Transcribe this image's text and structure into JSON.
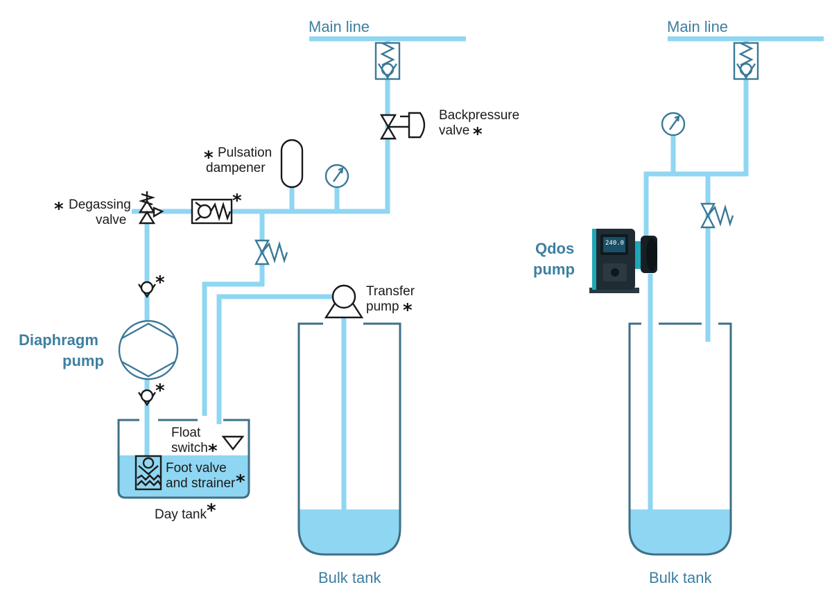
{
  "colors": {
    "pipe": "#8fd6f2",
    "liquid": "#8fd6f2",
    "label_blue": "#3d7fa0",
    "tank_outline": "#3d6f87",
    "symbol_black": "#1a1a1a",
    "pump_housing": "#1f2c33",
    "pump_accent": "#1fa6b8"
  },
  "left_diagram": {
    "main_line": "Main line",
    "backpressure_valve": [
      "Backpressure",
      "valve"
    ],
    "pulsation_dampener": [
      "Pulsation",
      "dampener"
    ],
    "degassing_valve": [
      "Degassing",
      "valve"
    ],
    "diaphragm_pump": [
      "Diaphragm",
      "pump"
    ],
    "transfer_pump": [
      "Transfer",
      "pump"
    ],
    "float_switch": [
      "Float",
      "switch"
    ],
    "foot_valve": [
      "Foot valve",
      "and strainer"
    ],
    "day_tank": "Day tank",
    "bulk_tank": "Bulk tank"
  },
  "right_diagram": {
    "main_line": "Main line",
    "qdos_pump": [
      "Qdos",
      "pump"
    ],
    "pump_display": "240.0",
    "bulk_tank": "Bulk tank"
  },
  "star_symbol": "*"
}
